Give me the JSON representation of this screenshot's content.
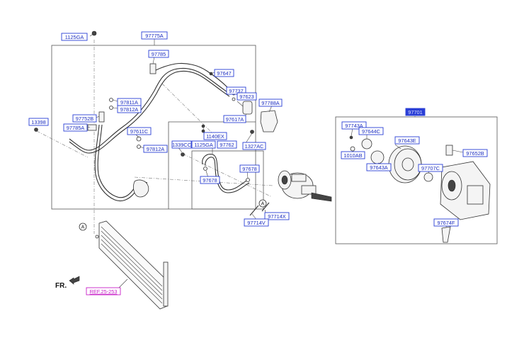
{
  "diagram": {
    "labels": {
      "l_1125ga_top": "1125GA",
      "l_97775a": "97775A",
      "l_97785": "97785",
      "l_97647": "97647",
      "l_97737": "97737",
      "l_97623": "97623",
      "l_97617a": "97617A",
      "l_97788a": "97788A",
      "l_97811a": "97811A",
      "l_97812a_top": "97812A",
      "l_97752b": "97752B",
      "l_97785a": "97785A",
      "l_13398": "13398",
      "l_97611c": "97611C",
      "l_97812a_bot": "97812A",
      "l_1140ex": "1140EX",
      "l_1339cc": "1339CC",
      "l_1125ga_mid": "1125GA",
      "l_97762": "97762",
      "l_1327ac": "1327AC",
      "l_97678_r": "97678",
      "l_97678_l": "97678",
      "l_97714x": "97714X",
      "l_97714v": "97714V",
      "l_97701": "97701",
      "l_97743a": "97743A",
      "l_97644c": "97644C",
      "l_97643e": "97643E",
      "l_1010ab": "1010AB",
      "l_97652b": "97652B",
      "l_97643a": "97643A",
      "l_97707c": "97707C",
      "l_97674f": "97674F",
      "l_ref": "REF.25-253"
    },
    "markers": {
      "a_upper": "A",
      "a_lower": "A"
    },
    "direction": "FR."
  }
}
